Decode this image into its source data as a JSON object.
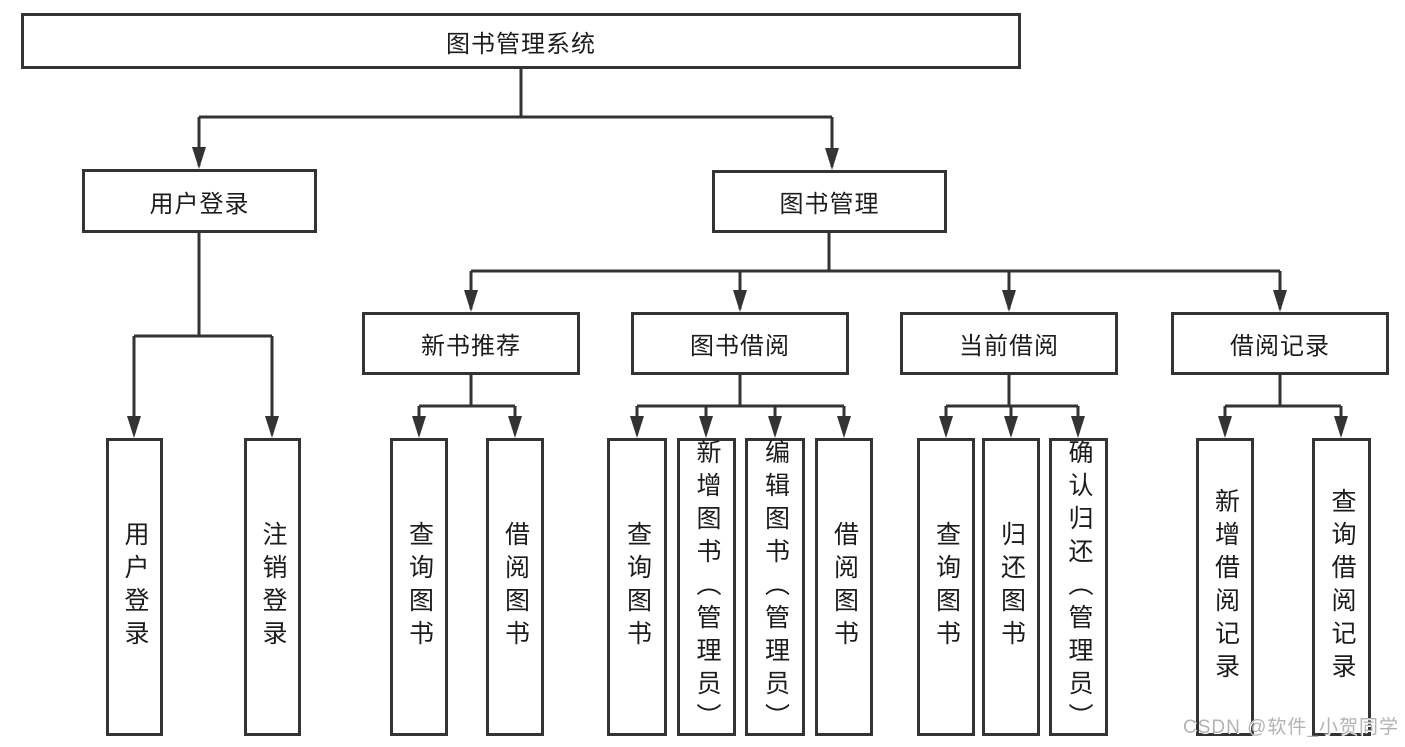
{
  "diagram": {
    "title": "图书管理系统",
    "branches": {
      "user_login": {
        "label": "用户登录",
        "children": [
          "用户登录",
          "注销登录"
        ]
      },
      "book_mgmt": {
        "label": "图书管理",
        "modules": [
          {
            "label": "新书推荐",
            "children": [
              "查询图书",
              "借阅图书"
            ]
          },
          {
            "label": "图书借阅",
            "children": [
              "查询图书",
              "新增图书（管理员）",
              "编辑图书（管理员）",
              "借阅图书"
            ]
          },
          {
            "label": "当前借阅",
            "children": [
              "查询图书",
              "归还图书",
              "确认归还（管理员）"
            ]
          },
          {
            "label": "借阅记录",
            "children": [
              "新增借阅记录",
              "查询借阅记录"
            ]
          }
        ]
      }
    }
  },
  "watermark": "CSDN @软件_小贺同学",
  "colors": {
    "line": "#333333",
    "text": "#1c1c1c",
    "watermark": "#b3b3b3",
    "background": "#ffffff"
  }
}
